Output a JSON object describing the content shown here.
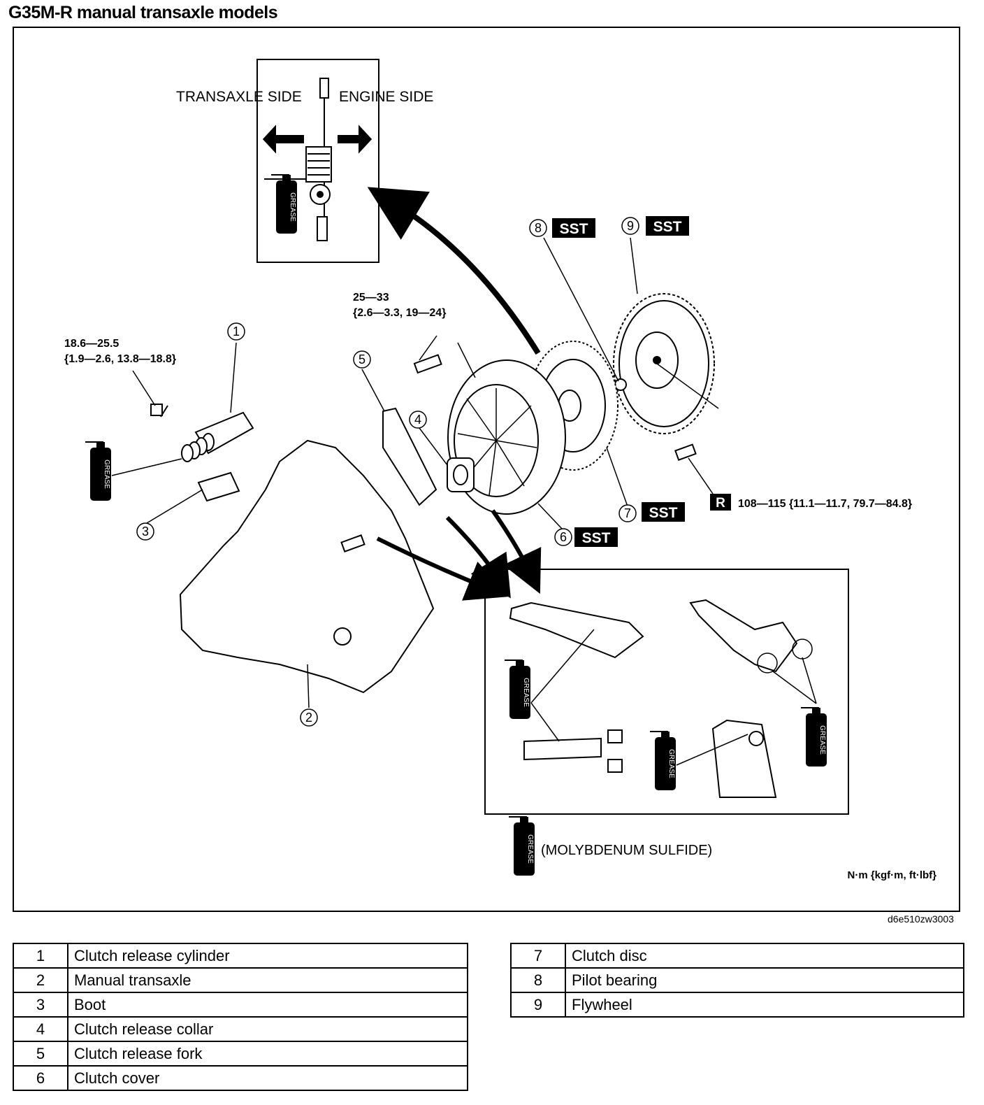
{
  "title": "G35M-R manual transaxle models",
  "figure_id": "d6e510zw3003",
  "inset_labels": {
    "transaxle_side": "TRANSAXLE SIDE",
    "engine_side": "ENGINE SIDE"
  },
  "grease_label": "GREASE",
  "grease_note": "(MOLYBDENUM SULFIDE)",
  "units": "N·m {kgf·m,  ft·lbf}",
  "sst": "SST",
  "reuse_mark": "R",
  "torques": {
    "release_cylinder_bolt_1": "18.6—25.5",
    "release_cylinder_bolt_2": "{1.9—2.6, 13.8—18.8}",
    "clutch_cover_bolt_1": "25—33",
    "clutch_cover_bolt_2": "{2.6—3.3, 19—24}",
    "flywheel_bolt": "108—115 {11.1—11.7, 79.7—84.8}"
  },
  "callouts": [
    "1",
    "2",
    "3",
    "4",
    "5",
    "6",
    "7",
    "8",
    "9"
  ],
  "parts_left": [
    {
      "num": "1",
      "name": "Clutch release cylinder"
    },
    {
      "num": "2",
      "name": "Manual transaxle"
    },
    {
      "num": "3",
      "name": "Boot"
    },
    {
      "num": "4",
      "name": "Clutch release collar"
    },
    {
      "num": "5",
      "name": "Clutch release fork"
    },
    {
      "num": "6",
      "name": "Clutch cover"
    }
  ],
  "parts_right": [
    {
      "num": "7",
      "name": "Clutch disc"
    },
    {
      "num": "8",
      "name": "Pilot bearing"
    },
    {
      "num": "9",
      "name": "Flywheel"
    }
  ]
}
